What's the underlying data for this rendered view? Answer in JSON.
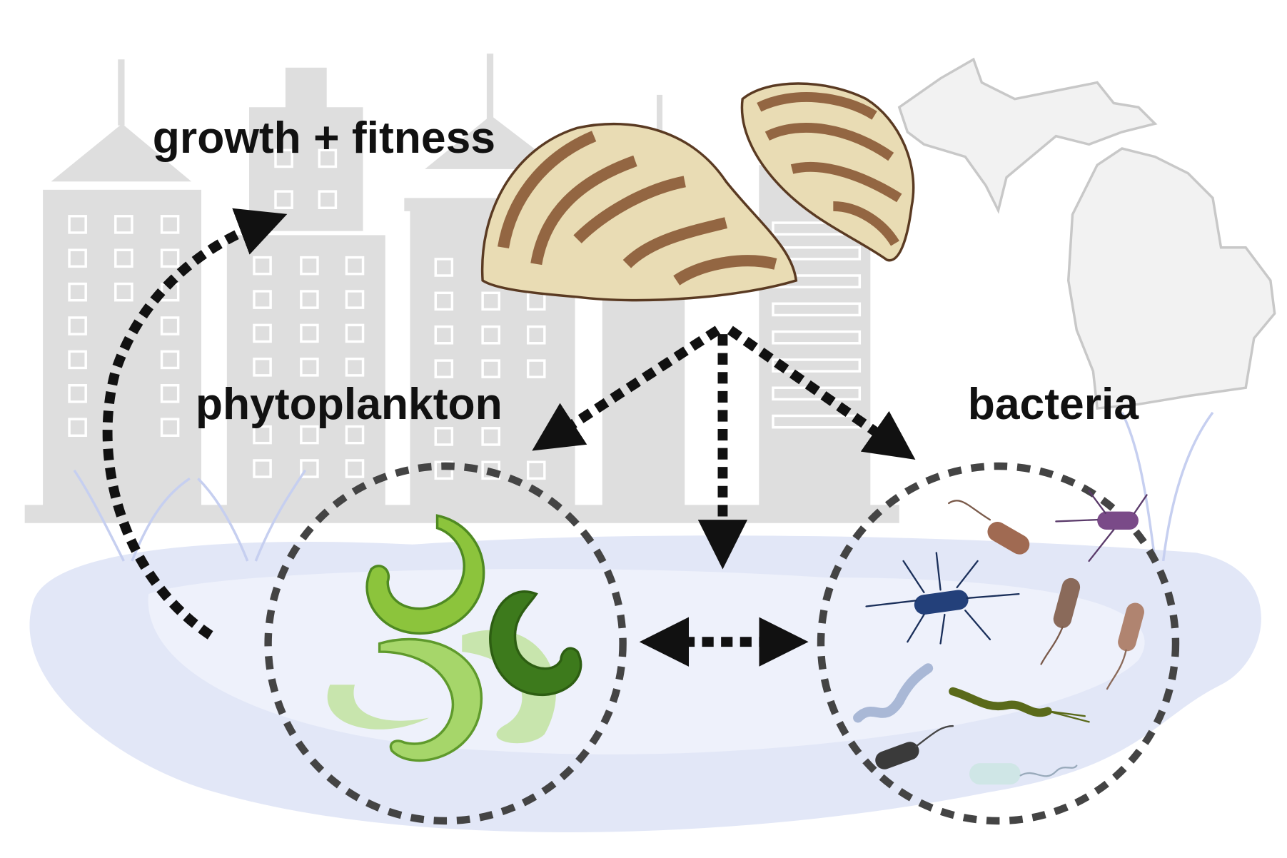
{
  "labels": {
    "growth": "growth + fitness",
    "phytoplankton": "phytoplankton",
    "bacteria": "bacteria"
  },
  "colors": {
    "building": "#dedede",
    "water": "#e2e7f7",
    "arrow": "#111111",
    "circle": "#444444",
    "algae": "#8cc43c",
    "algae_dark": "#4f8a22",
    "shell_light": "#e9dcb4",
    "shell_dark": "#7a4a2e"
  }
}
